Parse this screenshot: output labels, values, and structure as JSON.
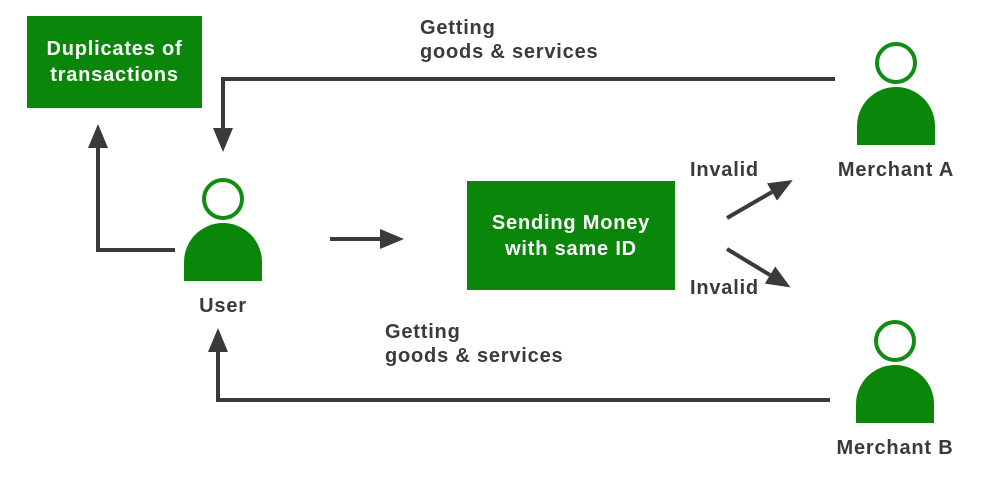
{
  "diagram": {
    "title_context": "duplicate transaction flow",
    "colors": {
      "box_green": "#0a870a",
      "head_ring_green": "#128c12",
      "arrow_dark": "#3a3a3a",
      "text_on_green": "#ffffff",
      "background": "#ffffff"
    },
    "boxes": {
      "duplicates": {
        "label": "Duplicates of\ntransactions"
      },
      "sending": {
        "label": "Sending Money\nwith same ID"
      }
    },
    "actors": {
      "user": {
        "label": "User",
        "icon": "person-icon"
      },
      "merchant_a": {
        "label": "Merchant A",
        "icon": "person-icon"
      },
      "merchant_b": {
        "label": "Merchant B",
        "icon": "person-icon"
      }
    },
    "annotations": {
      "getting_top": "Getting\ngoods & services",
      "getting_bottom": "Getting\ngoods & services",
      "invalid_top": "Invalid",
      "invalid_bottom": "Invalid"
    },
    "arrows": [
      {
        "name": "merchant-a-to-user",
        "meaning": "goods & services delivered to user"
      },
      {
        "name": "user-to-duplicates",
        "meaning": "user causes duplicates of transactions"
      },
      {
        "name": "user-to-sending-box",
        "meaning": "user sends money with same ID"
      },
      {
        "name": "sending-to-merchant-a",
        "meaning": "invalid transaction to Merchant A"
      },
      {
        "name": "sending-to-merchant-b",
        "meaning": "invalid transaction to Merchant B"
      },
      {
        "name": "merchant-b-to-user",
        "meaning": "goods & services delivered to user"
      }
    ]
  }
}
